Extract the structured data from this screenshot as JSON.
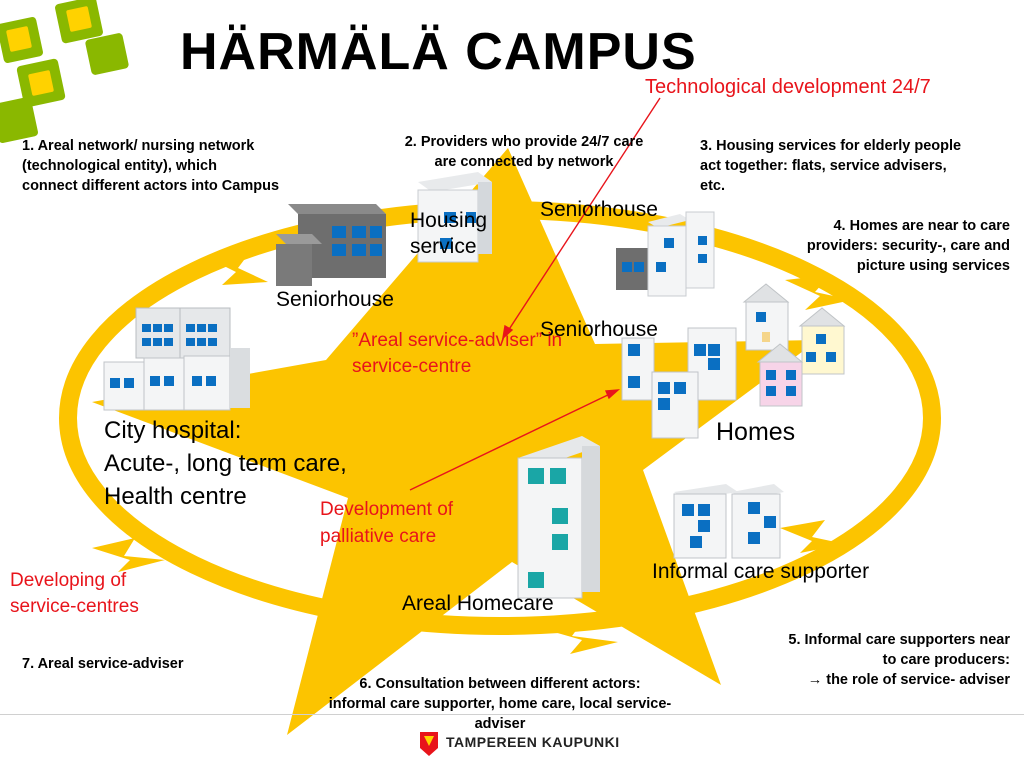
{
  "title": "HÄRMÄLÄ CAMPUS",
  "tech_dev": "Technological development 24/7",
  "notes": {
    "n1": [
      "1. Areal network/ nursing network",
      "(technological entity), which",
      "connect different actors into Campus"
    ],
    "n2": [
      "2. Providers who provide 24/7 care",
      "are connected by network"
    ],
    "n3": [
      "3. Housing services for elderly people",
      "act together: flats, service advisers,",
      "etc."
    ],
    "n4": [
      "4. Homes are near to care",
      "providers: security-, care and",
      "picture using services"
    ],
    "n5": [
      "5. Informal care supporters near",
      "to care producers:",
      "→ the role of service- adviser"
    ],
    "n6": [
      "6. Consultation between different actors:",
      "informal care supporter, home care, local service-",
      "adviser"
    ],
    "n7": "7. Areal service-adviser"
  },
  "labels": {
    "housing_service": [
      "Housing",
      "service"
    ],
    "seniorhouse_left": "Seniorhouse",
    "seniorhouse_top_right": "Seniorhouse",
    "seniorhouse_mid": "Seniorhouse",
    "areal_adviser": [
      "”Areal service-adviser” in",
      "service-centre"
    ],
    "city_hospital": [
      "City hospital:",
      "Acute-, long term care,",
      "Health centre"
    ],
    "homes": "Homes",
    "dev_palliative": [
      "Development of",
      "palliative care"
    ],
    "informal_care": "Informal care supporter",
    "areal_homecare": "Areal Homecare",
    "developing_centres": [
      "Developing of",
      "service-centres"
    ]
  },
  "footer": {
    "logo_text": "TAMPEREEN KAUPUNKI"
  },
  "colors": {
    "star": "#fcc400",
    "accent_red": "#e8141b",
    "window_blue": "#0a6fc2",
    "window_teal": "#1aa6a6",
    "logo_green": "#8ab800"
  }
}
